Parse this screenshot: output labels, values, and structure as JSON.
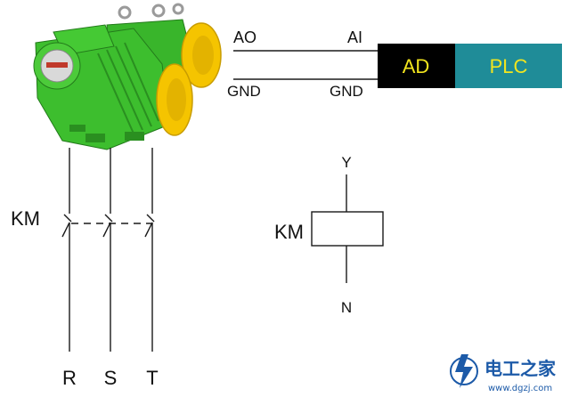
{
  "signal": {
    "ao": "AO",
    "gnd_left": "GND",
    "ai": "AI",
    "gnd_right": "GND"
  },
  "blocks": {
    "ad": "AD",
    "plc": "PLC"
  },
  "contactor": {
    "label": "KM"
  },
  "coil": {
    "label": "KM",
    "top_terminal": "Y",
    "bottom_terminal": "N"
  },
  "phases": [
    "R",
    "S",
    "T"
  ],
  "watermark": {
    "name": "电工之家",
    "url": "www.dgzj.com"
  },
  "colors": {
    "line": "#1a1a1a",
    "ad_fill": "#000000",
    "ad_text": "#f2e51e",
    "plc_fill": "#1f8c98",
    "plc_text": "#f2e51e",
    "motor_body": "#3dbe2e",
    "motor_fan": "#f5c400",
    "watermark": "#1c5aa8"
  }
}
